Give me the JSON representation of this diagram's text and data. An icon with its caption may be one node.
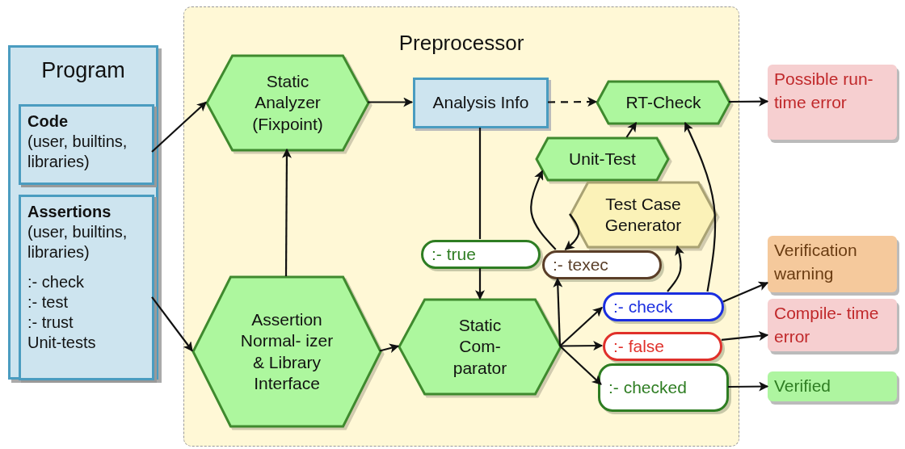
{
  "diagram": {
    "nodes": [
      {
        "text": [
          "Preprocessor"
        ]
      },
      {
        "text": [
          "Program"
        ]
      },
      {
        "text": [
          "Code",
          "(user, builtins, libraries)"
        ],
        "in": 1
      },
      {
        "text": [
          "Assertions",
          "(user, builtins, libraries)",
          ":- check",
          ":- test",
          ":- trust",
          "Unit-tests"
        ],
        "in": 1
      },
      {
        "text": [
          "Static Analyzer (Fixpoint)"
        ],
        "in": 0
      },
      {
        "text": [
          "Analysis Info"
        ],
        "in": 0
      },
      {
        "text": [
          "RT-Check"
        ],
        "in": 0
      },
      {
        "text": [
          "Unit-Test"
        ],
        "in": 0
      },
      {
        "text": [
          "Test Case Generator"
        ],
        "in": 0
      },
      {
        "text": [
          ":- true"
        ],
        "in": 0
      },
      {
        "text": [
          ":- texec"
        ],
        "in": 0
      },
      {
        "text": [
          "Assertion Normal- izer & Library Interface"
        ],
        "in": 0
      },
      {
        "text": [
          "Static Com- parator"
        ],
        "in": 0
      },
      {
        "text": [
          ":- check"
        ],
        "in": 0
      },
      {
        "text": [
          ":- false"
        ],
        "in": 0
      },
      {
        "text": [
          ":- checked"
        ],
        "in": 0
      },
      {
        "text": [
          "Possible run-time error"
        ]
      },
      {
        "text": [
          "Verification warning"
        ]
      },
      {
        "text": [
          "Compile- time error"
        ]
      },
      {
        "text": [
          "Verified"
        ]
      }
    ],
    "edges": [
      {
        "from": 2,
        "to": 4,
        "arrow": "to"
      },
      {
        "from": 3,
        "to": 11,
        "arrow": "to"
      },
      {
        "from": 11,
        "to": 4,
        "arrow": "to"
      },
      {
        "from": 4,
        "to": 5,
        "arrow": "to"
      },
      {
        "from": 5,
        "to": 6,
        "arrow": "to",
        "style": "dashed"
      },
      {
        "from": 6,
        "to": 16,
        "arrow": "to"
      },
      {
        "from": 5,
        "to": 9,
        "arrow": "none"
      },
      {
        "from": 9,
        "to": 12,
        "arrow": "to"
      },
      {
        "from": 11,
        "to": 12,
        "arrow": "to"
      },
      {
        "from": 12,
        "to": 10,
        "arrow": "to"
      },
      {
        "from": 12,
        "to": 13,
        "arrow": "to"
      },
      {
        "from": 12,
        "to": 14,
        "arrow": "to"
      },
      {
        "from": 12,
        "to": 15,
        "arrow": "to"
      },
      {
        "from": 10,
        "to": 7,
        "arrow": "to"
      },
      {
        "from": 8,
        "to": 10,
        "arrow": "to"
      },
      {
        "from": 13,
        "to": 8,
        "arrow": "to"
      },
      {
        "from": 13,
        "to": 6,
        "arrow": "to"
      },
      {
        "from": 7,
        "to": 6,
        "arrow": "to"
      },
      {
        "from": 13,
        "to": 17,
        "arrow": "to"
      },
      {
        "from": 14,
        "to": 18,
        "arrow": "to"
      },
      {
        "from": 15,
        "to": 19,
        "arrow": "to"
      }
    ]
  }
}
